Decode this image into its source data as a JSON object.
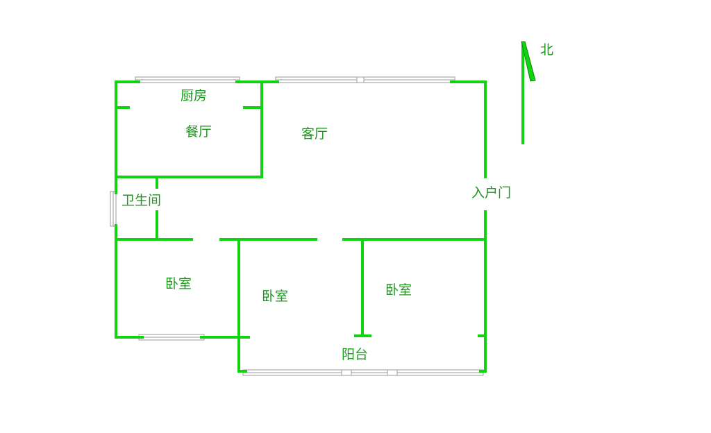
{
  "floor_plan": {
    "wall_color": "#12d312",
    "window_color": "#9a9a9a",
    "label_color": "#1a9a1a",
    "compass_label": "北",
    "rooms": {
      "kitchen": "厨房",
      "dining": "餐厅",
      "living": "客厅",
      "bathroom": "卫生间",
      "entrance": "入户门",
      "bedroom_west": "卧室",
      "bedroom_middle": "卧室",
      "bedroom_east": "卧室",
      "balcony": "阳台"
    }
  }
}
